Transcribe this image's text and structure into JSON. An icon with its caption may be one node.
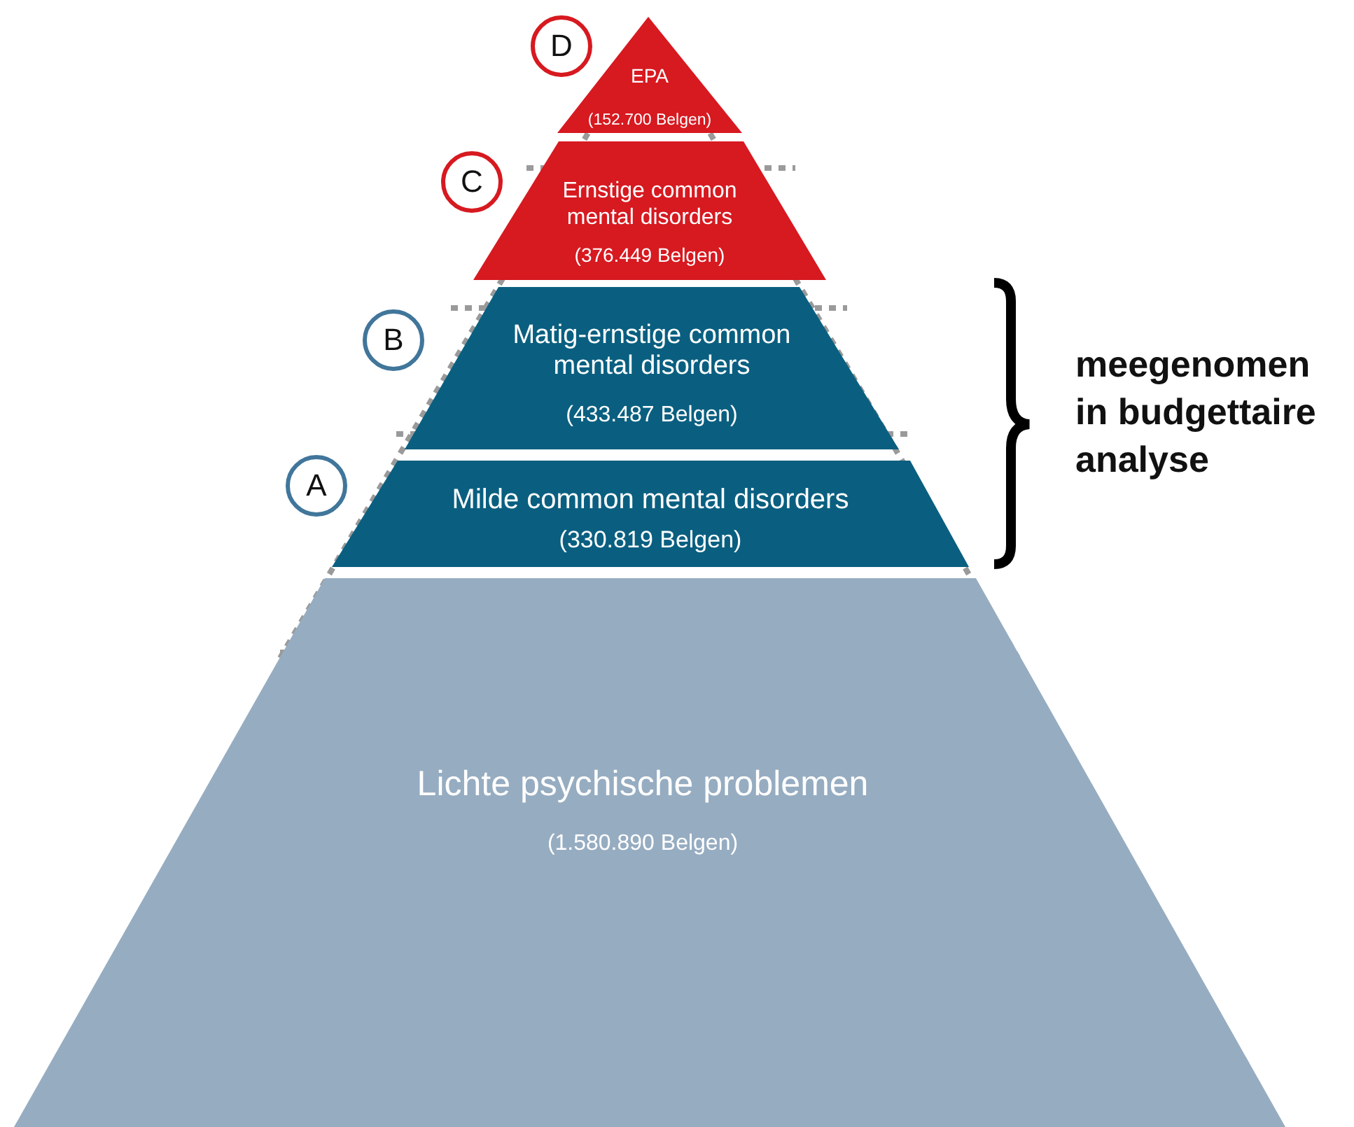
{
  "diagram": {
    "nodes": [
      {
        "text": [
          "D"
        ]
      },
      {
        "text": [
          "EPA",
          "(152.700 Belgen)"
        ]
      },
      {
        "text": [
          "C"
        ]
      },
      {
        "text": [
          "Ernstige common mental disorders",
          "(376.449 Belgen)"
        ]
      },
      {
        "text": [
          "B"
        ]
      },
      {
        "text": [
          "Matig-ernstige common mental disorders",
          "(433.487 Belgen)"
        ]
      },
      {
        "text": [
          "A"
        ]
      },
      {
        "text": [
          "Milde common mental disorders",
          "(330.819 Belgen)"
        ]
      },
      {
        "text": [
          "Lichte psychische problemen",
          "(1.580.890 Belgen)"
        ]
      }
    ],
    "edges": [],
    "labels": [
      "meegenomen in budgettaire analyse"
    ]
  }
}
